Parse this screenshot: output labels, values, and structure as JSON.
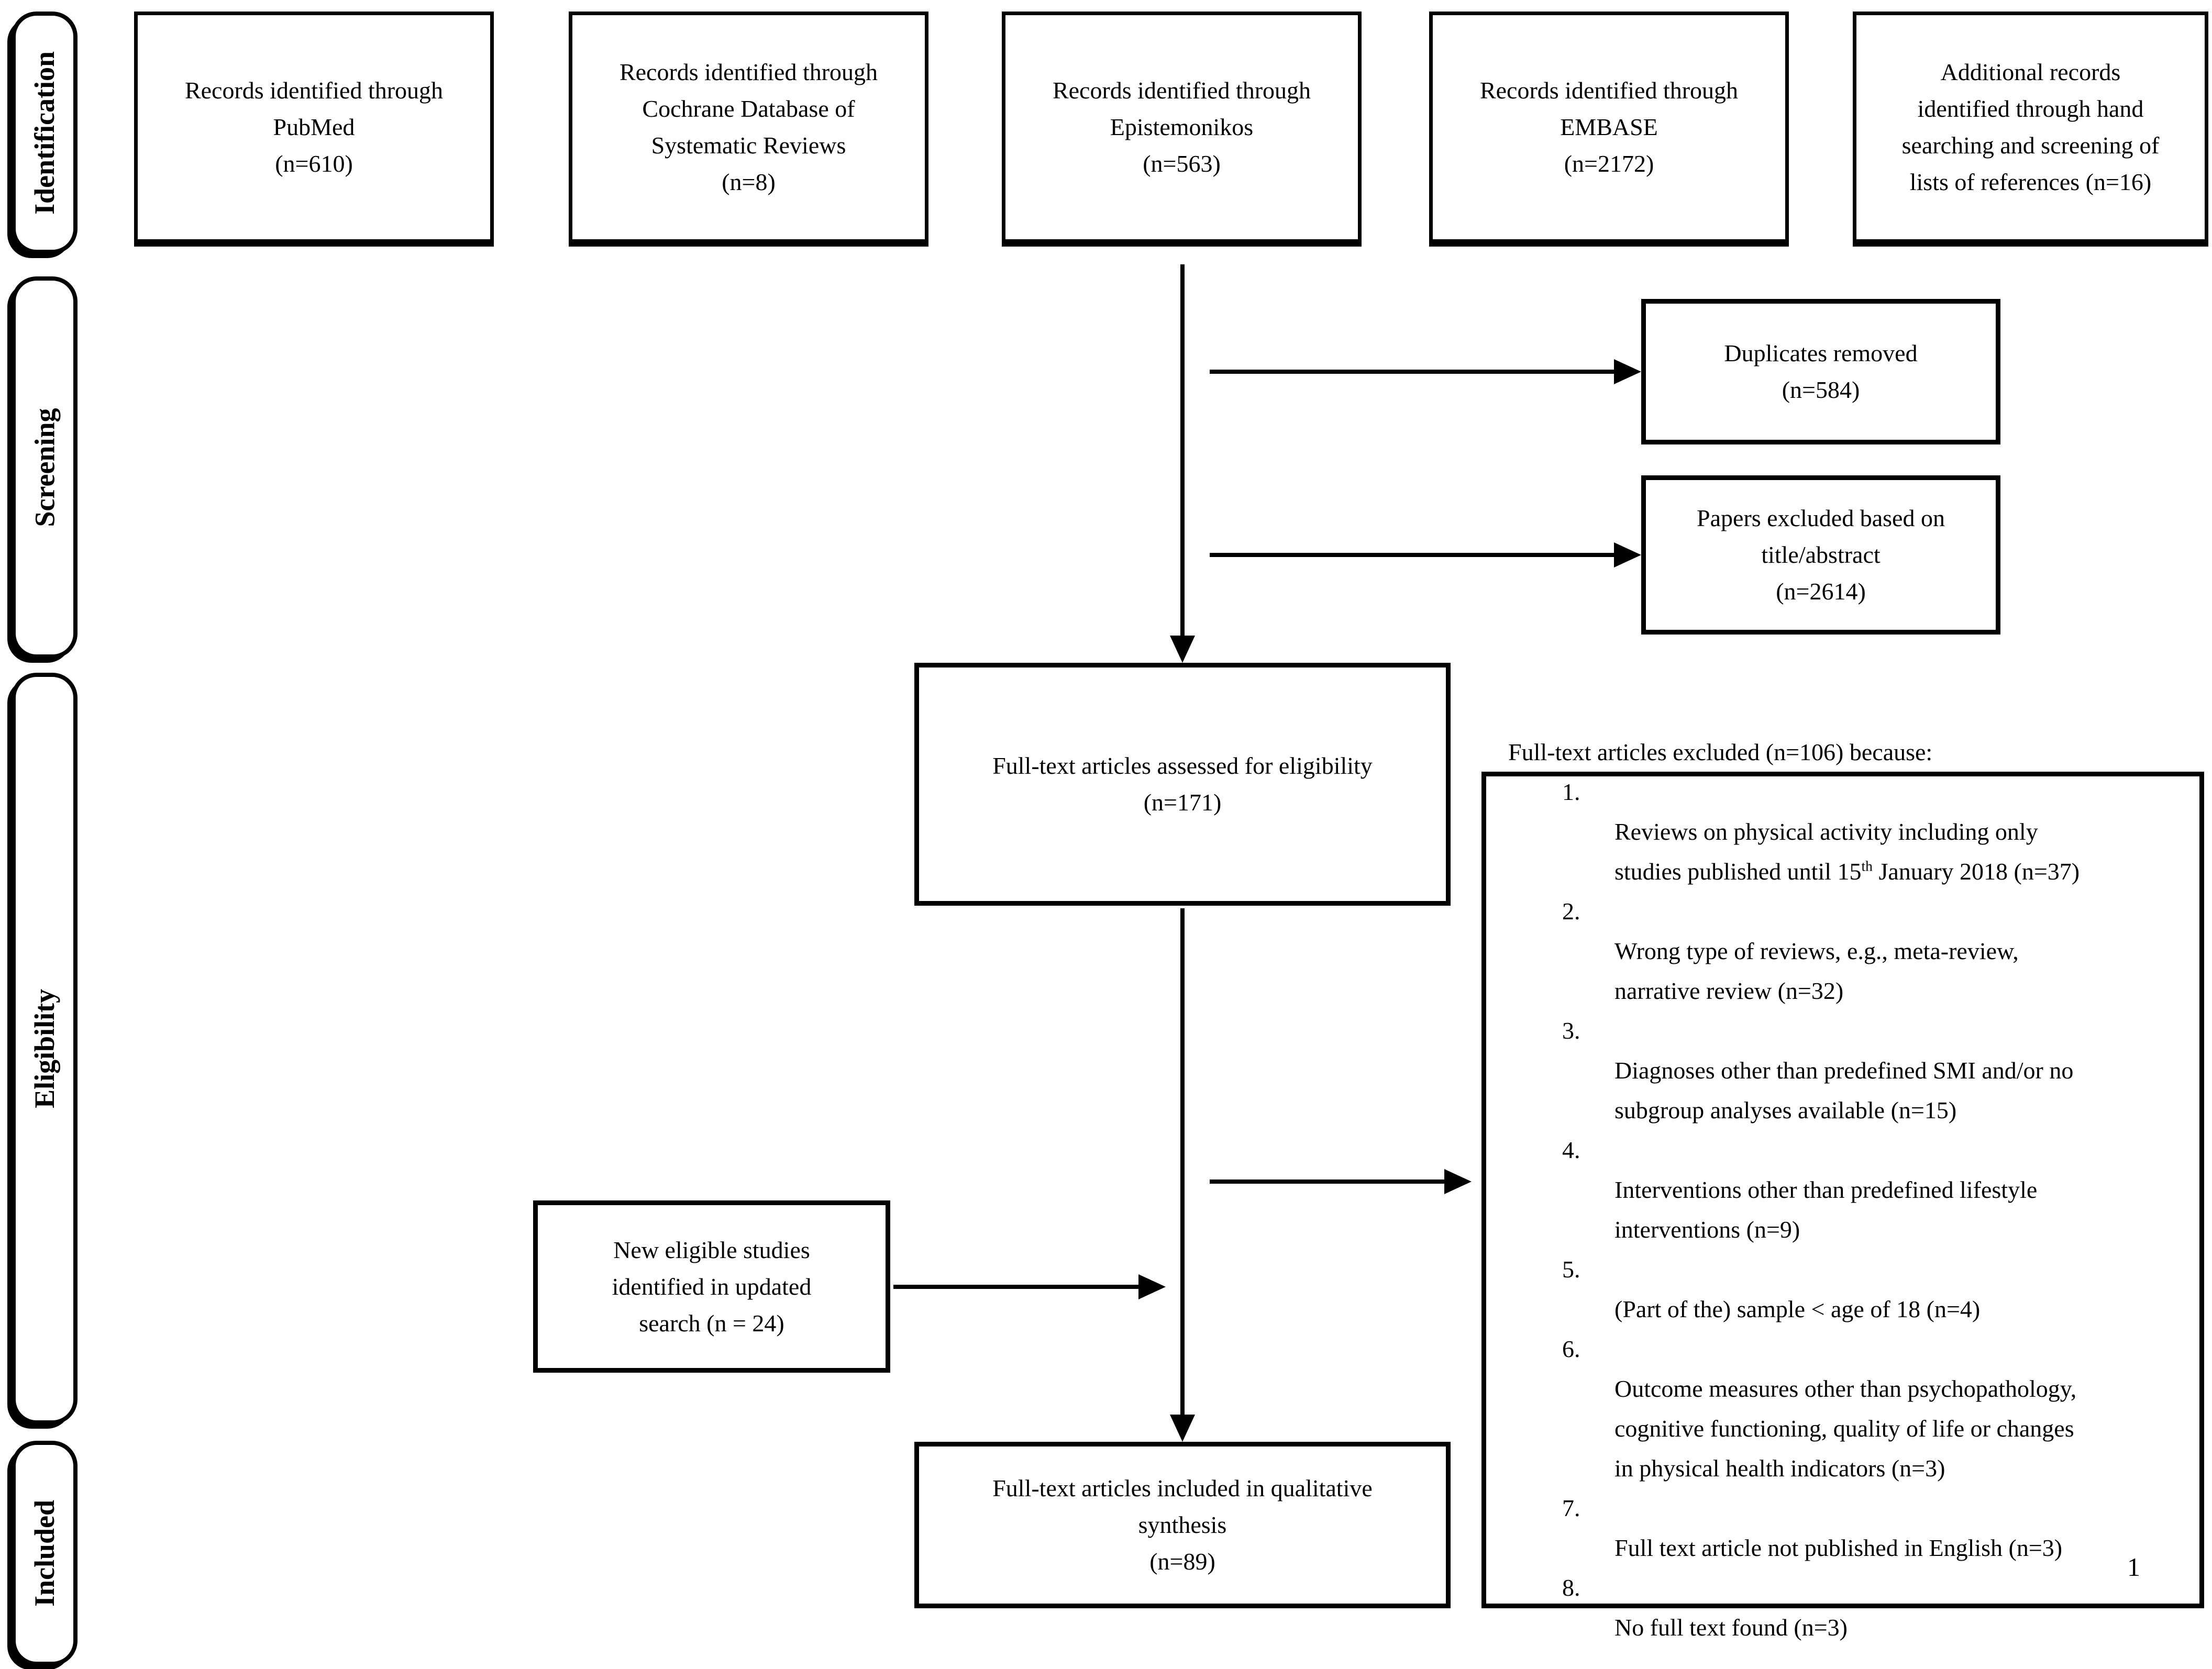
{
  "colors": {
    "ink": "#000000",
    "paper": "#ffffff"
  },
  "sidebar": {
    "stages": [
      {
        "label": "Identification"
      },
      {
        "label": "Screening"
      },
      {
        "label": "Eligibility"
      },
      {
        "label": "Included"
      }
    ]
  },
  "sources": {
    "pubmed": {
      "text": "Records identified through\nPubMed\n(n=610)"
    },
    "cochrane": {
      "text": "Records identified through\nCochrane Database of\nSystematic Reviews\n(n=8)"
    },
    "epistemonikos": {
      "text": "Records identified through\nEpistemonikos\n(n=563)"
    },
    "embase": {
      "text": "Records identified through\nEMBASE\n(n=2172)"
    },
    "handsearch": {
      "text": "Additional records\nidentified through hand\nsearching and screening of\nlists of references (n=16)"
    }
  },
  "screening": {
    "duplicates_box": {
      "text": "Duplicates removed\n(n=584)"
    },
    "title_abstract_box": {
      "text": "Papers excluded based on\ntitle/abstract\n(n=2614)"
    }
  },
  "eligibility": {
    "assessed_box": {
      "text": "Full-text articles assessed for eligibility\n(n=171)"
    },
    "updated_search_box": {
      "text": "New eligible studies\nidentified in updated\nsearch (n = 24)"
    },
    "exclusion_box": {
      "header": "Full-text articles excluded (n=106) because:",
      "items": [
        {
          "num": "1.",
          "text": "Reviews on physical activity including only\nstudies published until 15",
          "sup": "th",
          "text_after": " January 2018 (n=37)"
        },
        {
          "num": "2.",
          "text": "Wrong type of reviews, e.g., meta-review,\nnarrative review (n=32)"
        },
        {
          "num": "3.",
          "text": "Diagnoses other than predefined SMI and/or no\nsubgroup analyses available (n=15)"
        },
        {
          "num": "4.",
          "text": "Interventions other than predefined lifestyle\ninterventions (n=9)"
        },
        {
          "num": "5.",
          "text": "(Part of the) sample < age of 18 (n=4)"
        },
        {
          "num": "6.",
          "text": "Outcome measures other than psychopathology,\ncognitive functioning, quality of life or changes\nin physical health indicators (n=3)"
        },
        {
          "num": "7.",
          "text": "Full text article not published in English (n=3)"
        },
        {
          "num": "8.",
          "text": "No full text found (n=3)"
        }
      ]
    }
  },
  "included": {
    "synthesis_box": {
      "text": "Full-text articles included in qualitative\nsynthesis\n(n=89)"
    }
  },
  "page": {
    "page_number": "1"
  }
}
